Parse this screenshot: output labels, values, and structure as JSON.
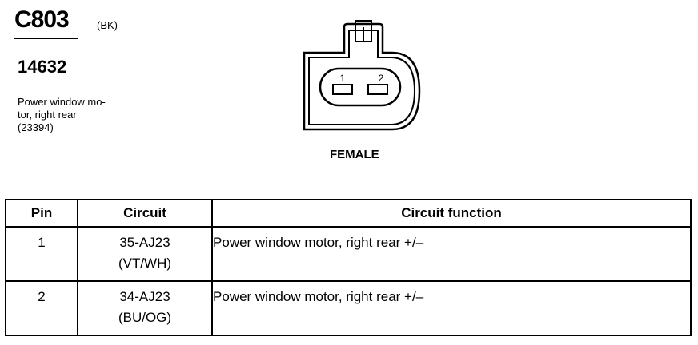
{
  "connector": {
    "id": "C803",
    "color_code": "(BK)",
    "part_number": "14632",
    "description_lines": [
      "Power window mo-",
      "tor, right rear",
      "(23394)"
    ]
  },
  "diagram": {
    "pin_labels": [
      "1",
      "2"
    ],
    "view_label": "FEMALE"
  },
  "table": {
    "headers": {
      "pin": "Pin",
      "circuit": "Circuit",
      "function": "Circuit function"
    },
    "rows": [
      {
        "pin": "1",
        "circuit": "35-AJ23",
        "wire_color": "(VT/WH)",
        "function": "Power window motor, right rear  +/–"
      },
      {
        "pin": "2",
        "circuit": "34-AJ23",
        "wire_color": "(BU/OG)",
        "function": "Power window motor, right rear  +/–"
      }
    ]
  }
}
